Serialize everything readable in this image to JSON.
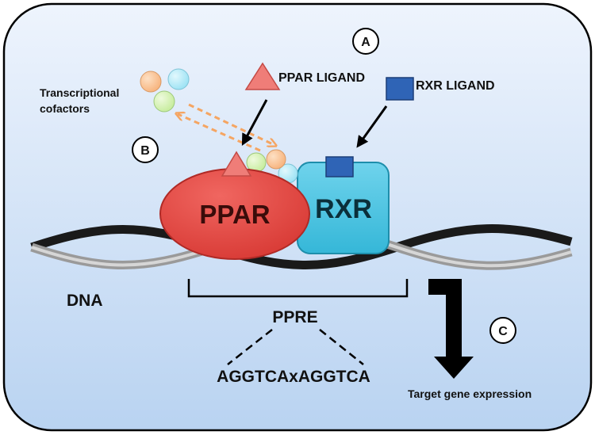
{
  "markers": {
    "a": "A",
    "b": "B",
    "c": "C"
  },
  "labels": {
    "ppar_ligand": "PPAR LIGAND",
    "rxr_ligand": "RXR LIGAND",
    "cofactors_line1": "Transcriptional",
    "cofactors_line2": "cofactors",
    "ppar": "PPAR",
    "rxr": "RXR",
    "dna": "DNA",
    "ppre": "PPRE",
    "sequence": "AGGTCAxAGGTCA",
    "target": "Target gene expression"
  },
  "colors": {
    "panel_top": "#eef4fd",
    "panel_bottom": "#b9d3f1",
    "ppar": "#d83a35",
    "rxr": "#35b7d8",
    "ppar_ligand": "#ef7d78",
    "rxr_ligand": "#2f64b6",
    "cofactor_orange": "#f7b37c",
    "cofactor_blue": "#9be2f4",
    "cofactor_green": "#c6ec9c",
    "dashed_arrow": "#f5a562"
  }
}
